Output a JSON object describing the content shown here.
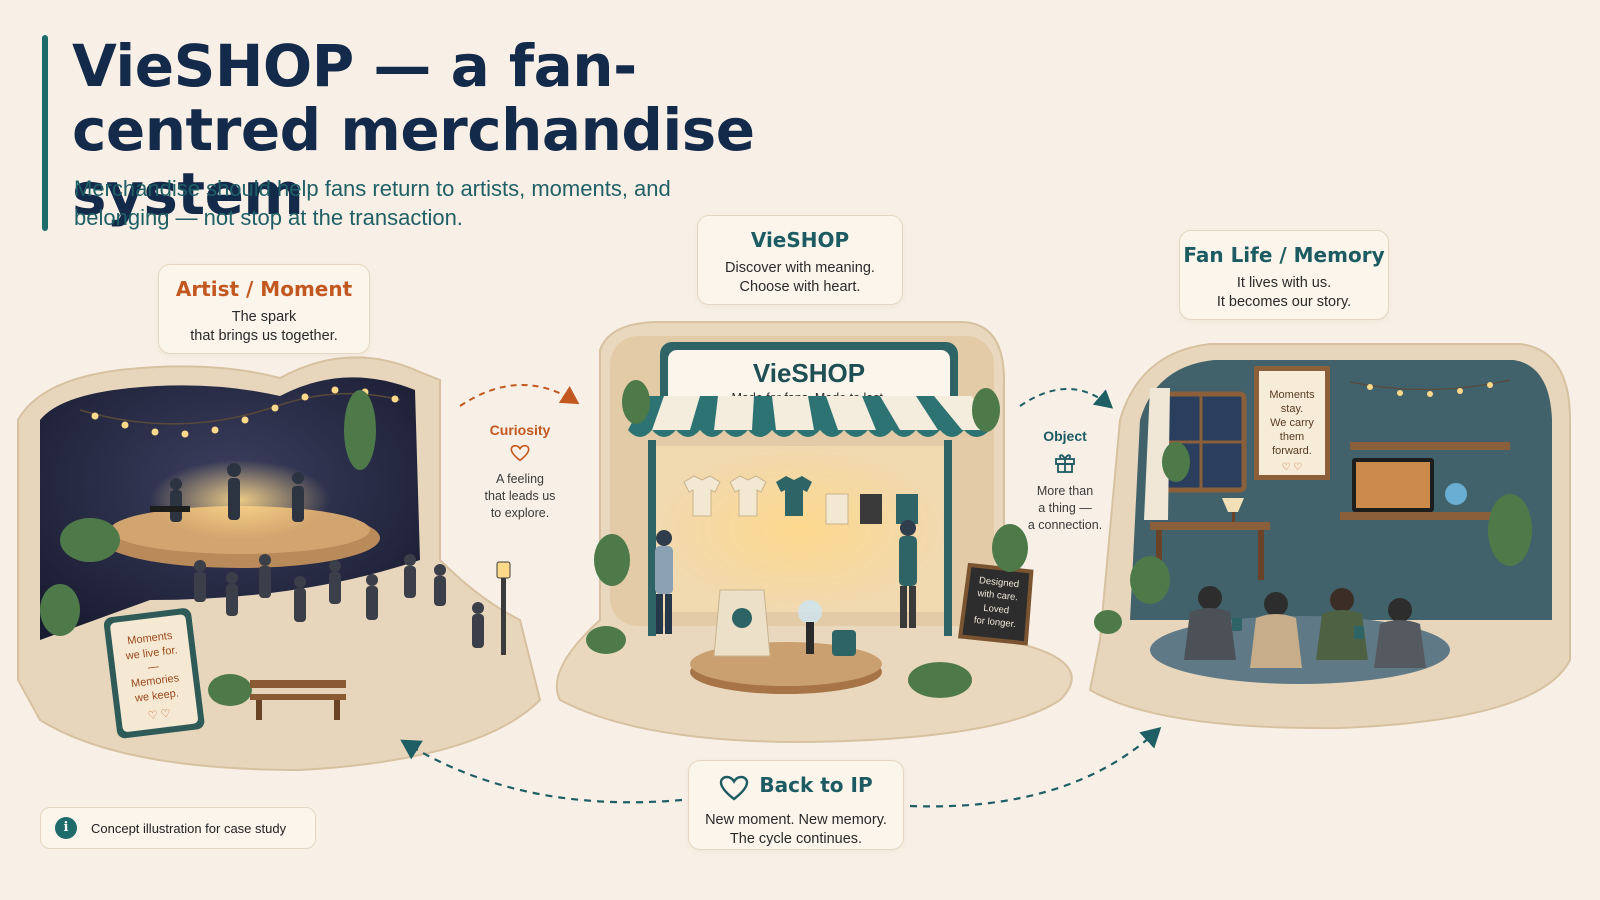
{
  "header": {
    "title": "VieSHOP — a fan-centred merchandise system",
    "subtitle": "Merchandise should help fans return to artists, moments, and belonging — not stop at the transaction."
  },
  "stages": {
    "artist": {
      "title": "Artist / Moment",
      "lines": [
        "The spark",
        "that brings us together."
      ]
    },
    "vieshop": {
      "title": "VieSHOP",
      "lines": [
        "Discover with meaning.",
        "Choose with heart."
      ]
    },
    "fan": {
      "title": "Fan Life / Memory",
      "lines": [
        "It lives with us.",
        "It becomes our story."
      ]
    },
    "back": {
      "title": "Back to IP",
      "lines": [
        "New moment. New memory.",
        "The cycle continues."
      ]
    }
  },
  "transitions": {
    "curiosity": {
      "title": "Curiosity",
      "lines": [
        "A feeling",
        "that leads us",
        "to explore."
      ],
      "icon": "heart-outline-icon"
    },
    "object": {
      "title": "Object",
      "lines": [
        "More than",
        "a thing —",
        "a connection."
      ],
      "icon": "gift-icon"
    }
  },
  "scenes": {
    "stage_sign": [
      "Moments",
      "we live for.",
      "—",
      "Memories",
      "we keep."
    ],
    "shop_banner": {
      "title": "VieSHOP",
      "tagline": "Made for fans. Made to last."
    },
    "shop_board": [
      "Designed",
      "with care.",
      "Loved",
      "for longer."
    ],
    "room_poster": [
      "Moments",
      "stay.",
      "We carry",
      "them",
      "forward."
    ]
  },
  "footer": {
    "note": "Concept illustration for case study",
    "icon": "info-icon"
  },
  "colors": {
    "background": "#f8f0e6",
    "title": "#132a4a",
    "teal": "#1e6b6b",
    "orange": "#c2581f",
    "card": "#fbf5ec"
  }
}
